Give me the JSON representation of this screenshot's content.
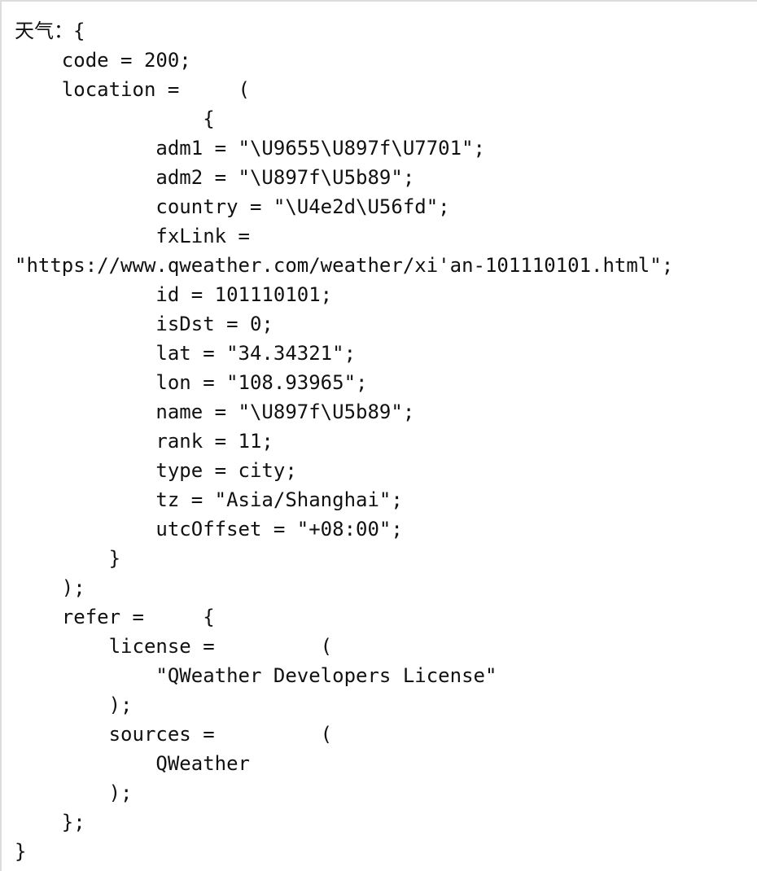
{
  "console": {
    "lines": [
      "天气：{",
      "    code = 200;",
      "    location =     (",
      "                {",
      "            adm1 = \"\\U9655\\U897f\\U7701\";",
      "            adm2 = \"\\U897f\\U5b89\";",
      "            country = \"\\U4e2d\\U56fd\";",
      "            fxLink =",
      "\"https://www.qweather.com/weather/xi'an-101110101.html\";",
      "            id = 101110101;",
      "            isDst = 0;",
      "            lat = \"34.34321\";",
      "            lon = \"108.93965\";",
      "            name = \"\\U897f\\U5b89\";",
      "            rank = 11;",
      "            type = city;",
      "            tz = \"Asia/Shanghai\";",
      "            utcOffset = \"+08:00\";",
      "        }",
      "    );",
      "    refer =     {",
      "        license =         (",
      "            \"QWeather Developers License\"",
      "        );",
      "        sources =         (",
      "            QWeather",
      "        );",
      "    };",
      "}"
    ]
  }
}
